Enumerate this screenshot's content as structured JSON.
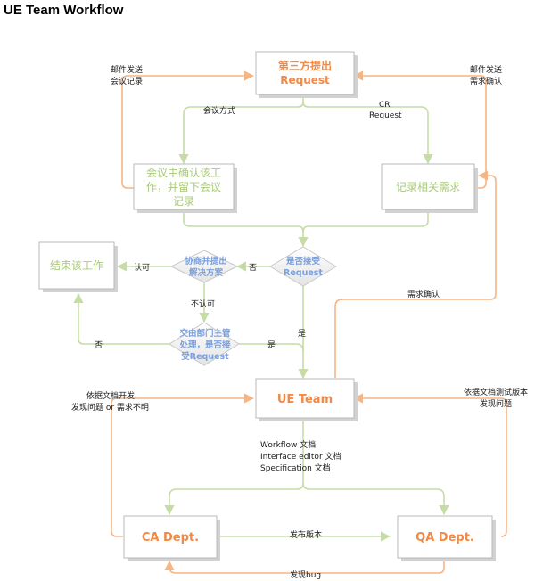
{
  "title": "UE Team Workflow",
  "nodes": {
    "request_l1": "第三方提出",
    "request_l2": "Request",
    "meeting_l1": "会议中确认该工",
    "meeting_l2": "作，并留下会议",
    "meeting_l3": "记录",
    "record": "记录相关需求",
    "accept_l1": "是否接受",
    "accept_l2": "Request",
    "negotiate_l1": "协商并提出",
    "negotiate_l2": "解决方案",
    "end": "结束该工作",
    "escalate_l1": "交由部门主管",
    "escalate_l2": "处理，是否接",
    "escalate_l3": "受Request",
    "ueteam": "UE Team",
    "ca": "CA Dept.",
    "qa": "QA Dept."
  },
  "labels": {
    "mail_send_l1": "邮件发送",
    "mail_send_l2": "会议记录",
    "mail_confirm_l1": "邮件发送",
    "mail_confirm_l2": "需求确认",
    "meeting_mode": "会议方式",
    "cr_l1": "CR",
    "cr_l2": "Request",
    "no_1": "否",
    "approve": "认可",
    "disapprove": "不认可",
    "no_2": "否",
    "yes_1": "是",
    "yes_2": "是",
    "req_confirm": "需求确认",
    "dev_l1": "依据文档开发",
    "dev_l2": "发现问题 or 需求不明",
    "test_l1": "依据文档测试版本",
    "test_l2": "发现问题",
    "doc_1": "Workflow 文档",
    "doc_2": "Interface editor 文档",
    "doc_3": "Specification 文档",
    "release": "发布版本",
    "bug": "发现bug"
  },
  "colors": {
    "orange_text": "#f08a46",
    "orange_line": "#f5b687",
    "green_text": "#a8c97a",
    "green_line": "#c6dca6",
    "blue_text": "#7a9fdc"
  }
}
